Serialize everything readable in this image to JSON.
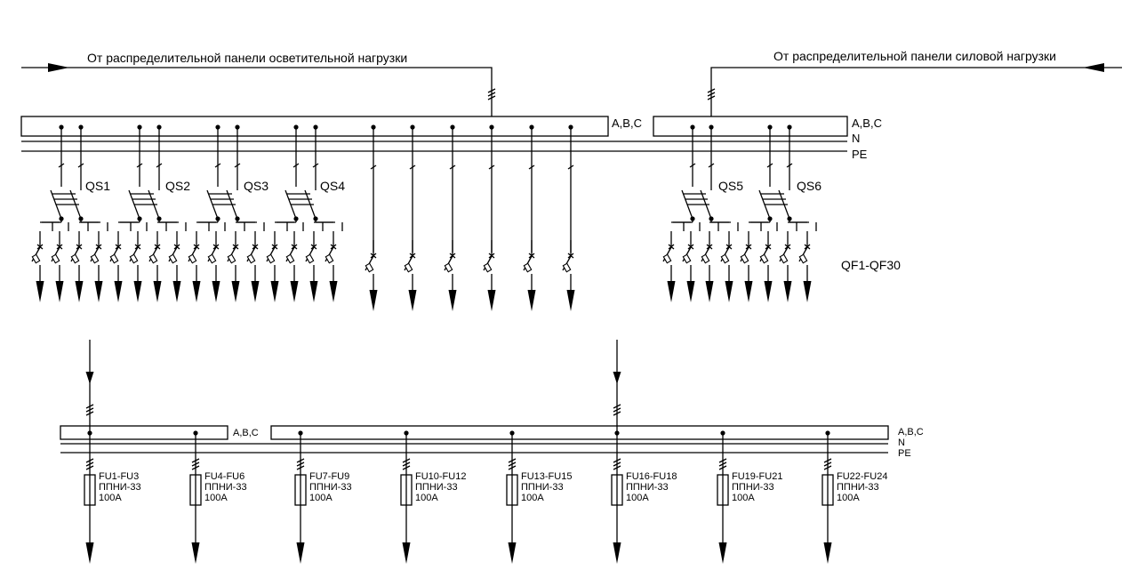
{
  "top": {
    "left_source_label": "От распределительной панели осветительной нагрузки",
    "right_source_label": "От распределительной панели силовой нагрузки",
    "left_bus_label": "A,B,C",
    "right_bus_label": "A,B,C",
    "n_label": "N",
    "pe_label": "PE",
    "switches": [
      "QS1",
      "QS2",
      "QS3",
      "QS4",
      "QS5",
      "QS6"
    ],
    "breakers_label": "QF1-QF30"
  },
  "bottom": {
    "left_bus_label": "A,B,C",
    "right_bus_label": "A,B,C",
    "n_label": "N",
    "pe_label": "PE",
    "fuses": [
      {
        "id": "FU1-FU3",
        "type": "ППНИ-33",
        "rating": "100A"
      },
      {
        "id": "FU4-FU6",
        "type": "ППНИ-33",
        "rating": "100A"
      },
      {
        "id": "FU7-FU9",
        "type": "ППНИ-33",
        "rating": "100A"
      },
      {
        "id": "FU10-FU12",
        "type": "ППНИ-33",
        "rating": "100A"
      },
      {
        "id": "FU13-FU15",
        "type": "ППНИ-33",
        "rating": "100A"
      },
      {
        "id": "FU16-FU18",
        "type": "ППНИ-33",
        "rating": "100A"
      },
      {
        "id": "FU19-FU21",
        "type": "ППНИ-33",
        "rating": "100A"
      },
      {
        "id": "FU22-FU24",
        "type": "ППНИ-33",
        "rating": "100A"
      }
    ]
  }
}
